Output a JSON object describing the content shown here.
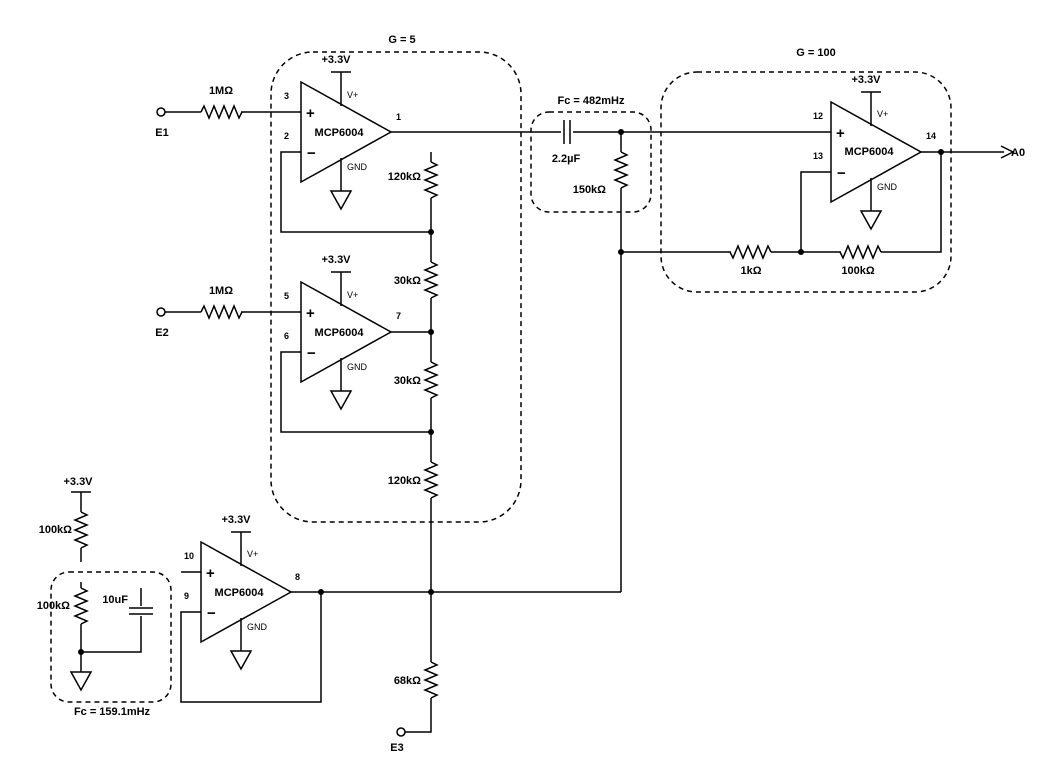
{
  "blocks": {
    "input_stage_gain": "G = 5",
    "output_stage_gain": "G = 100",
    "highpass_cutoff": "Fc = 482mHz",
    "lowpass_cutoff": "Fc = 159.1mHz"
  },
  "opamps": {
    "u1": {
      "part": "MCP6004",
      "supply": "+3.3V",
      "vplus": "V+",
      "gnd": "GND",
      "pin_noninv": "3",
      "pin_inv": "2",
      "pin_out": "1"
    },
    "u2": {
      "part": "MCP6004",
      "supply": "+3.3V",
      "vplus": "V+",
      "gnd": "GND",
      "pin_noninv": "5",
      "pin_inv": "6",
      "pin_out": "7"
    },
    "u3": {
      "part": "MCP6004",
      "supply": "+3.3V",
      "vplus": "V+",
      "gnd": "GND",
      "pin_noninv": "10",
      "pin_inv": "9",
      "pin_out": "8"
    },
    "u4": {
      "part": "MCP6004",
      "supply": "+3.3V",
      "vplus": "V+",
      "gnd": "GND",
      "pin_noninv": "12",
      "pin_inv": "13",
      "pin_out": "14"
    }
  },
  "resistors": {
    "r_e1": "1MΩ",
    "r_e2": "1MΩ",
    "r_top": "120kΩ",
    "r_mid1": "30kΩ",
    "r_mid2": "30kΩ",
    "r_bot": "120kΩ",
    "r_e3": "68kΩ",
    "r_hp": "150kΩ",
    "r_g": "1kΩ",
    "r_f": "100kΩ",
    "r_div_top": "100kΩ",
    "r_div_bot": "100kΩ"
  },
  "capacitors": {
    "c_hp": "2.2µF",
    "c_lp": "10uF"
  },
  "nets": {
    "e1": "E1",
    "e2": "E2",
    "e3": "E3",
    "a0": "A0",
    "div_supply": "+3.3V"
  }
}
